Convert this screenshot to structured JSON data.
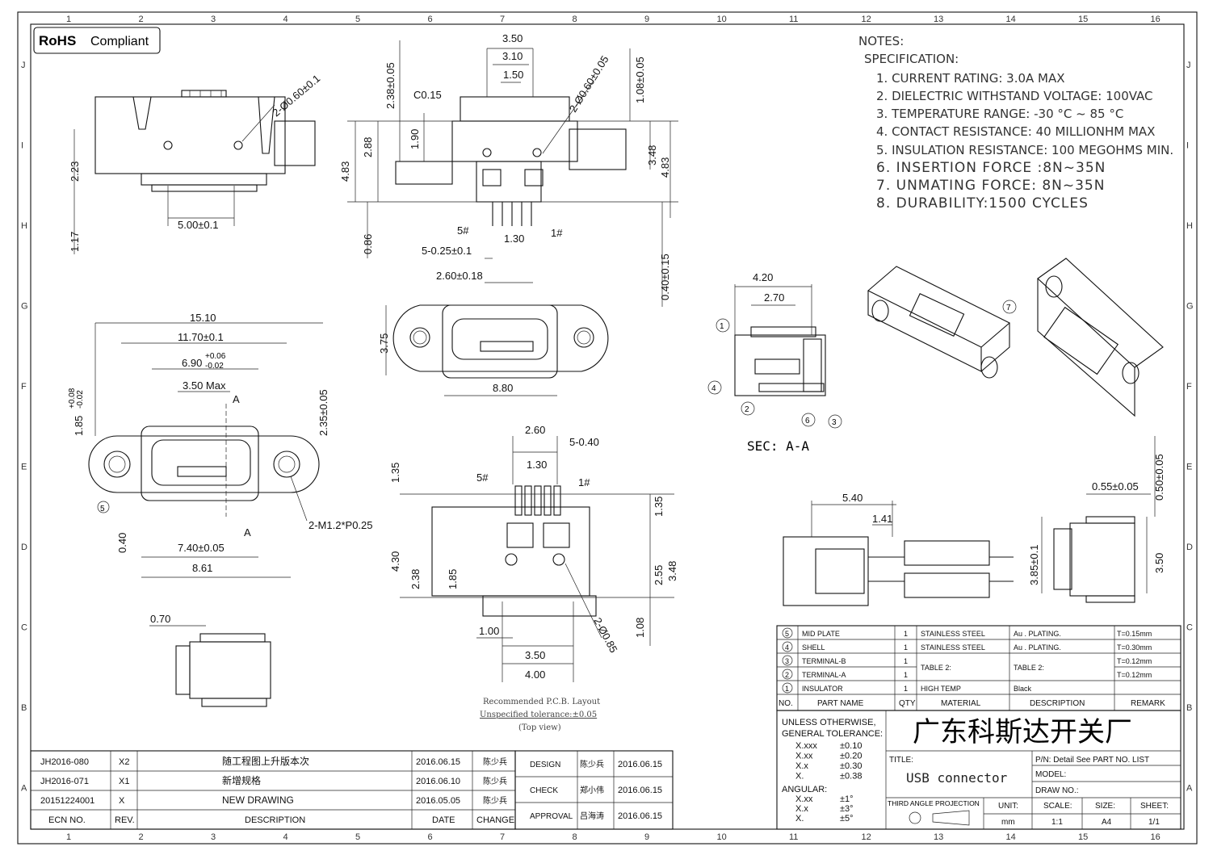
{
  "rohs": {
    "badge": "RoHS",
    "text": "Compliant"
  },
  "zones": {
    "cols": [
      "1",
      "2",
      "3",
      "4",
      "5",
      "6",
      "7",
      "8",
      "9",
      "10",
      "11",
      "12",
      "13",
      "14",
      "15",
      "16"
    ],
    "rows": [
      "J",
      "I",
      "H",
      "G",
      "F",
      "E",
      "D",
      "C",
      "B",
      "A"
    ]
  },
  "notes": {
    "header": "NOTES:",
    "spec": "SPECIFICATION:",
    "items": [
      "1. CURRENT RATING: 3.0A MAX",
      "2. DIELECTRIC WITHSTAND VOLTAGE: 100VAC",
      "3. TEMPERATURE RANGE: -30 °C ~ 85 °C",
      "4. CONTACT RESISTANCE: 40 MILLIONHM MAX",
      "5. INSULATION RESISTANCE: 100 MEGOHMS MIN.",
      "6. INSERTION FORCE :8N~35N",
      "7. UNMATING FORCE: 8N~35N",
      "8. DURABILITY:1500 CYCLES"
    ]
  },
  "dims": {
    "top_left": {
      "d1": "2-Ø0.60±0.1",
      "d2": "2.23",
      "d3": "1.17",
      "d4": "5.00±0.1"
    },
    "top_mid": {
      "a": "3.50",
      "b": "3.10",
      "c": "1.50",
      "d": "2.38±0.05",
      "e": "C0.15",
      "f": "1.90",
      "g": "4.83",
      "h": "2.88",
      "i": "0.86",
      "j": "5#",
      "k": "1#",
      "l": "1.30",
      "m": "5-0.25±0.1",
      "n": "2.60±0.18",
      "o": "2-Ø0.60±0.05",
      "p": "1.08±0.05",
      "q": "3.48",
      "r": "4.83",
      "s": "0.40±0.15"
    },
    "mid_left": {
      "a": "15.10",
      "b": "11.70±0.1",
      "c": "6.90",
      "c_tol_up": "+0.06",
      "c_tol_dn": "-0.02",
      "d": "3.50 Max",
      "e": "A",
      "f": "1.85",
      "f_tol_up": "+0.08",
      "f_tol_dn": "-0.02",
      "g": "2.35±0.05",
      "h": "5",
      "i": "0.40",
      "j": "7.40±0.05",
      "k": "8.61",
      "l": "2-M1.2*P0.25",
      "m": "A"
    },
    "mid_center": {
      "a": "3.75",
      "b": "8.80"
    },
    "pcb": {
      "a": "2.60",
      "b": "5-0.40",
      "c": "1.30",
      "d": "5#",
      "e": "1#",
      "f": "1.35",
      "g": "1.35",
      "h": "4.30",
      "i": "2.38",
      "j": "1.85",
      "k": "2.55",
      "l": "3.48",
      "m": "1.00",
      "n": "2-Ø0.85",
      "o": "1.08",
      "p": "3.50",
      "q": "4.00",
      "cap1": "Recommended P.C.B. Layout",
      "cap2": "Unspecified tolerance:±0.05",
      "cap3": "(Top view)"
    },
    "sec": {
      "a": "4.20",
      "b": "2.70",
      "label": "SEC: A-A",
      "n1": "1",
      "n2": "2",
      "n3": "3",
      "n4": "4",
      "n6": "6"
    },
    "side_right": {
      "a": "5.40",
      "b": "1.41"
    },
    "end_view": {
      "a": "0.55±0.05",
      "b": "0.50±0.05",
      "c": "3.85±0.1",
      "d": "3.50"
    },
    "bottom_left": {
      "a": "0.70"
    },
    "iso": {
      "n7": "7"
    }
  },
  "bom": {
    "rows": [
      {
        "no": "5",
        "name": "MID PLATE",
        "qty": "1",
        "material": "STAINLESS STEEL",
        "desc": "Au . PLATING.",
        "remark": "T=0.15mm"
      },
      {
        "no": "4",
        "name": "SHELL",
        "qty": "1",
        "material": "STAINLESS STEEL",
        "desc": "Au . PLATING.",
        "remark": "T=0.30mm"
      },
      {
        "no": "3",
        "name": "TERMINAL-B",
        "qty": "1",
        "material": "TABLE 2:",
        "desc": "TABLE 2:",
        "remark": "T=0.12mm"
      },
      {
        "no": "2",
        "name": "TERMINAL-A",
        "qty": "1",
        "material": "",
        "desc": "",
        "remark": "T=0.12mm"
      },
      {
        "no": "1",
        "name": "INSULATOR",
        "qty": "1",
        "material": "HIGH TEMP",
        "desc": "Black",
        "remark": ""
      }
    ],
    "header": {
      "no": "NO.",
      "name": "PART NAME",
      "qty": "QTY",
      "material": "MATERIAL",
      "desc": "DESCRIPTION",
      "remark": "REMARK"
    }
  },
  "tolerance": {
    "l1": "UNLESS OTHERWISE,",
    "l2": "GENERAL TOLERANCE:",
    "rows": [
      [
        "X.xxx",
        "±0.10"
      ],
      [
        "X.xx",
        "±0.20"
      ],
      [
        "X.x",
        "±0.30"
      ],
      [
        "X.",
        "±0.38"
      ]
    ],
    "angular": "ANGULAR:",
    "arows": [
      [
        "X.xx",
        "±1°"
      ],
      [
        "X.x",
        "±3°"
      ],
      [
        "X.",
        "±5°"
      ]
    ]
  },
  "titleblock": {
    "company": "广东科斯达开关厂",
    "title_label": "TITLE:",
    "title": "USB connector",
    "pn": "P/N: Detail See PART NO. LIST",
    "model": "MODEL:",
    "draw_no": "DRAW NO.:",
    "projection": "THIRD ANGLE PROJECTION",
    "unit_label": "UNIT:",
    "unit": "mm",
    "scale_label": "SCALE:",
    "scale": "1:1",
    "size_label": "SIZE:",
    "size": "A4",
    "sheet_label": "SHEET:",
    "sheet": "1/1"
  },
  "revisions": {
    "rows": [
      {
        "ecn": "JH2016-080",
        "rev": "X2",
        "desc": "随工程图上升版本次",
        "date": "2016.06.15",
        "change": "陈少兵"
      },
      {
        "ecn": "JH2016-071",
        "rev": "X1",
        "desc": "新增规格",
        "date": "2016.06.10",
        "change": "陈少兵"
      },
      {
        "ecn": "20151224001",
        "rev": "X",
        "desc": "NEW DRAWING",
        "date": "2016.05.05",
        "change": "陈少兵"
      }
    ],
    "header": {
      "ecn": "ECN NO.",
      "rev": "REV.",
      "desc": "DESCRIPTION",
      "date": "DATE",
      "change": "CHANGE"
    }
  },
  "signoff": [
    {
      "role": "DESIGN",
      "name": "陈少兵",
      "date": "2016.06.15"
    },
    {
      "role": "CHECK",
      "name": "郑小伟",
      "date": "2016.06.15"
    },
    {
      "role": "APPROVAL",
      "name": "吕海涛",
      "date": "2016.06.15"
    }
  ]
}
